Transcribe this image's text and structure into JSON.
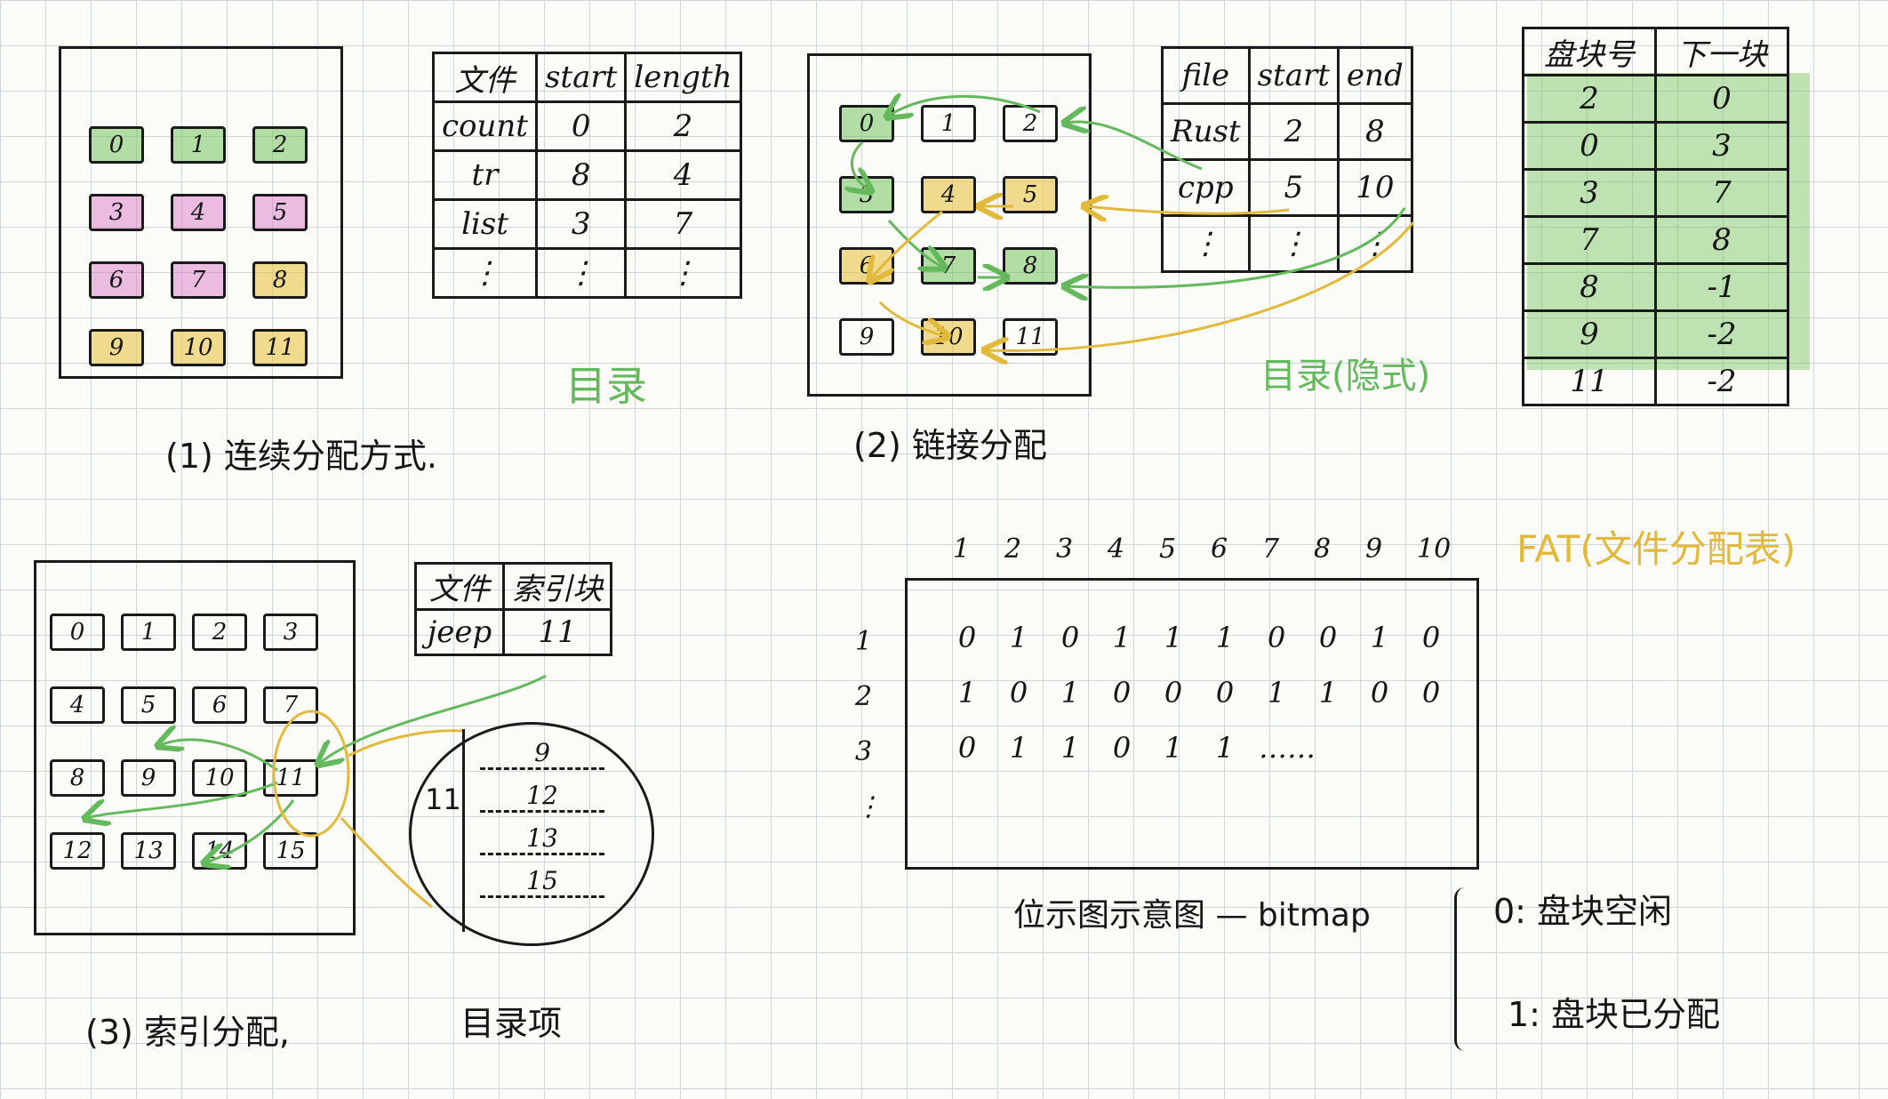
{
  "section1": {
    "caption": "(1) 连续分配方式.",
    "blocks": [
      {
        "label": "0",
        "color": "g"
      },
      {
        "label": "1",
        "color": "g"
      },
      {
        "label": "2",
        "color": "g"
      },
      {
        "label": "3",
        "color": "p"
      },
      {
        "label": "4",
        "color": "p"
      },
      {
        "label": "5",
        "color": "p"
      },
      {
        "label": "6",
        "color": "p"
      },
      {
        "label": "7",
        "color": "p"
      },
      {
        "label": "8",
        "color": "y"
      },
      {
        "label": "9",
        "color": "y"
      },
      {
        "label": "10",
        "color": "y"
      },
      {
        "label": "11",
        "color": "y"
      }
    ],
    "table": {
      "headers": [
        "文件",
        "start",
        "length"
      ],
      "rows": [
        [
          "count",
          "0",
          "2"
        ],
        [
          "tr",
          "8",
          "4"
        ],
        [
          "list",
          "3",
          "7"
        ],
        [
          "⋮",
          "⋮",
          "⋮"
        ]
      ]
    },
    "table_caption": "目录"
  },
  "section2": {
    "caption": "(2) 链接分配",
    "blocks": [
      {
        "label": "0",
        "color": "g"
      },
      {
        "label": "1",
        "color": "w"
      },
      {
        "label": "2",
        "color": "w"
      },
      {
        "label": "3",
        "color": "g"
      },
      {
        "label": "4",
        "color": "y"
      },
      {
        "label": "5",
        "color": "y"
      },
      {
        "label": "6",
        "color": "y"
      },
      {
        "label": "7",
        "color": "g"
      },
      {
        "label": "8",
        "color": "g"
      },
      {
        "label": "9",
        "color": "w"
      },
      {
        "label": "10",
        "color": "y"
      },
      {
        "label": "11",
        "color": "w"
      }
    ],
    "table": {
      "headers": [
        "file",
        "start",
        "end"
      ],
      "rows": [
        [
          "Rust",
          "2",
          "8"
        ],
        [
          "cpp",
          "5",
          "10"
        ],
        [
          "⋮",
          "⋮",
          "⋮"
        ]
      ]
    },
    "table_caption": "目录(隐式)"
  },
  "fat": {
    "headers": [
      "盘块号",
      "下一块"
    ],
    "rows": [
      [
        "2",
        "0"
      ],
      [
        "0",
        "3"
      ],
      [
        "3",
        "7"
      ],
      [
        "7",
        "8"
      ],
      [
        "8",
        "-1"
      ],
      [
        "9",
        "-2"
      ],
      [
        "11",
        "-2"
      ]
    ],
    "caption": "FAT(文件分配表)"
  },
  "section3": {
    "caption": "(3) 索引分配,",
    "blocks": [
      {
        "label": "0",
        "color": "w"
      },
      {
        "label": "1",
        "color": "w"
      },
      {
        "label": "2",
        "color": "w"
      },
      {
        "label": "3",
        "color": "w"
      },
      {
        "label": "4",
        "color": "w"
      },
      {
        "label": "5",
        "color": "w"
      },
      {
        "label": "6",
        "color": "w"
      },
      {
        "label": "7",
        "color": "w"
      },
      {
        "label": "8",
        "color": "w"
      },
      {
        "label": "9",
        "color": "w"
      },
      {
        "label": "10",
        "color": "w"
      },
      {
        "label": "11",
        "color": "w"
      },
      {
        "label": "12",
        "color": "w"
      },
      {
        "label": "13",
        "color": "w"
      },
      {
        "label": "14",
        "color": "w"
      },
      {
        "label": "15",
        "color": "w"
      }
    ],
    "table": {
      "headers": [
        "文件",
        "索引块"
      ],
      "rows": [
        [
          "jeep",
          "11"
        ]
      ]
    },
    "index_block": {
      "label": "11",
      "entries": [
        "9",
        "12",
        "13",
        "15"
      ]
    },
    "index_caption": "目录项"
  },
  "bitmap": {
    "columns": [
      "1",
      "2",
      "3",
      "4",
      "5",
      "6",
      "7",
      "8",
      "9",
      "10"
    ],
    "row_labels": [
      "1",
      "2",
      "3",
      "⋮"
    ],
    "rows": [
      [
        "0",
        "1",
        "0",
        "1",
        "1",
        "1",
        "0",
        "0",
        "1",
        "0"
      ],
      [
        "1",
        "0",
        "1",
        "0",
        "0",
        "0",
        "1",
        "1",
        "0",
        "0"
      ],
      [
        "0",
        "1",
        "1",
        "0",
        "1",
        "1",
        "……",
        "",
        "",
        ""
      ]
    ],
    "caption": "位示图示意图 — bitmap",
    "legend": [
      "0: 盘块空闲",
      "1: 盘块已分配"
    ]
  },
  "colors": {
    "green": "#64b95c",
    "yellow": "#e2b93a",
    "pink": "#d66ec4",
    "ink": "#151515"
  }
}
